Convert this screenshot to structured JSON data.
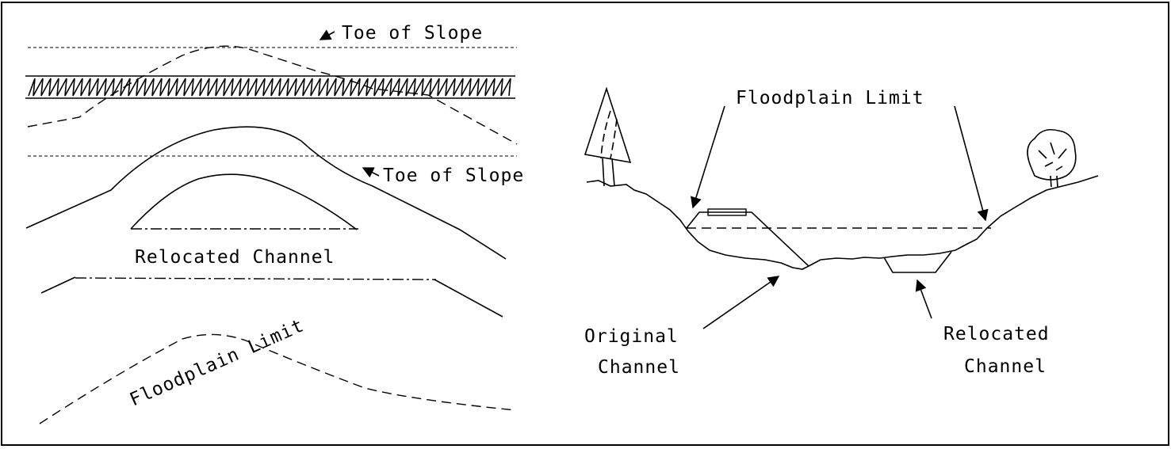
{
  "plan_view": {
    "toe_of_slope_top": "Toe of Slope",
    "toe_of_slope_mid": "Toe of Slope",
    "relocated_channel": "Relocated Channel",
    "floodplain_limit": "Floodplain Limit"
  },
  "section_view": {
    "floodplain_limit": "Floodplain Limit",
    "original_channel_line1": "Original",
    "original_channel_line2": "Channel",
    "relocated_channel_line1": "Relocated",
    "relocated_channel_line2": "Channel"
  }
}
